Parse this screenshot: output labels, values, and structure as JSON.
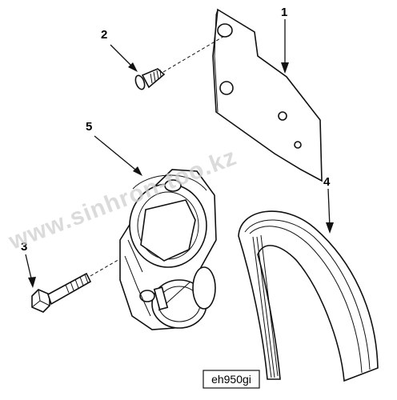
{
  "diagram": {
    "callouts": {
      "c1": "1",
      "c2": "2",
      "c3": "3",
      "c4": "4",
      "c5": "5"
    },
    "reference_code": "eh950gi",
    "watermark": "www.sinhron-too.kz"
  },
  "parts": {
    "bracket": "bracket",
    "screw": "capscrew",
    "bolt": "bolt",
    "belt": "belt",
    "tensioner": "belt tensioner"
  },
  "colors": {
    "ink": "#111111",
    "watermark": "#cfcfcf",
    "paper": "#ffffff"
  }
}
